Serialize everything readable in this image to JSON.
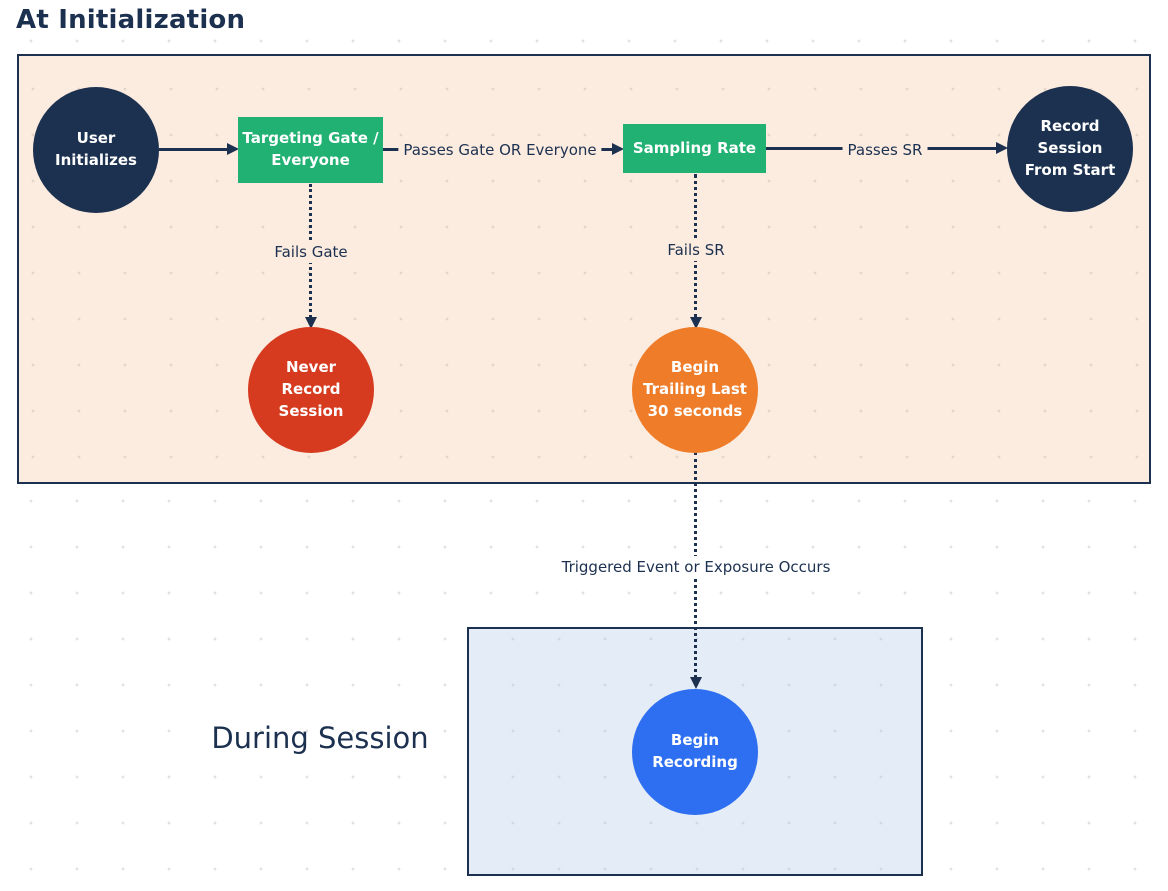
{
  "page": {
    "title": "At Initialization",
    "during_session_label": "During Session"
  },
  "nodes": {
    "user_initializes": {
      "label": "User\nInitializes",
      "shape": "circle",
      "color": "#1c3150"
    },
    "targeting_gate": {
      "label": "Targeting Gate /\nEveryone",
      "shape": "rect",
      "color": "#21b173"
    },
    "sampling_rate": {
      "label": "Sampling Rate",
      "shape": "rect",
      "color": "#21b173"
    },
    "record_session_from_start": {
      "label": "Record\nSession\nFrom Start",
      "shape": "circle",
      "color": "#1c3150"
    },
    "never_record_session": {
      "label": "Never\nRecord\nSession",
      "shape": "circle",
      "color": "#d63b20"
    },
    "begin_trailing": {
      "label": "Begin\nTrailing Last\n30 seconds",
      "shape": "circle",
      "color": "#ee7c29"
    },
    "begin_recording": {
      "label": "Begin\nRecording",
      "shape": "circle",
      "color": "#2e6ef0"
    }
  },
  "edges": {
    "passes_gate": {
      "label": "Passes Gate OR Everyone",
      "style": "solid-arrow"
    },
    "passes_sr": {
      "label": "Passes SR",
      "style": "solid-arrow"
    },
    "fails_gate": {
      "label": "Fails Gate",
      "style": "dotted-arrow"
    },
    "fails_sr": {
      "label": "Fails SR",
      "style": "dotted-arrow"
    },
    "triggered_event": {
      "label": "Triggered Event or Exposure Occurs",
      "style": "dotted-arrow"
    }
  },
  "colors": {
    "navy": "#1c3150",
    "green": "#21b173",
    "red": "#d63b20",
    "orange": "#ee7c29",
    "blue": "#2e6ef0",
    "init_section_bg": "#fcebdf",
    "during_section_bg": "#e4ecf8",
    "canvas_bg": "#ffffff",
    "dot_grid": "#e2e2e2"
  }
}
